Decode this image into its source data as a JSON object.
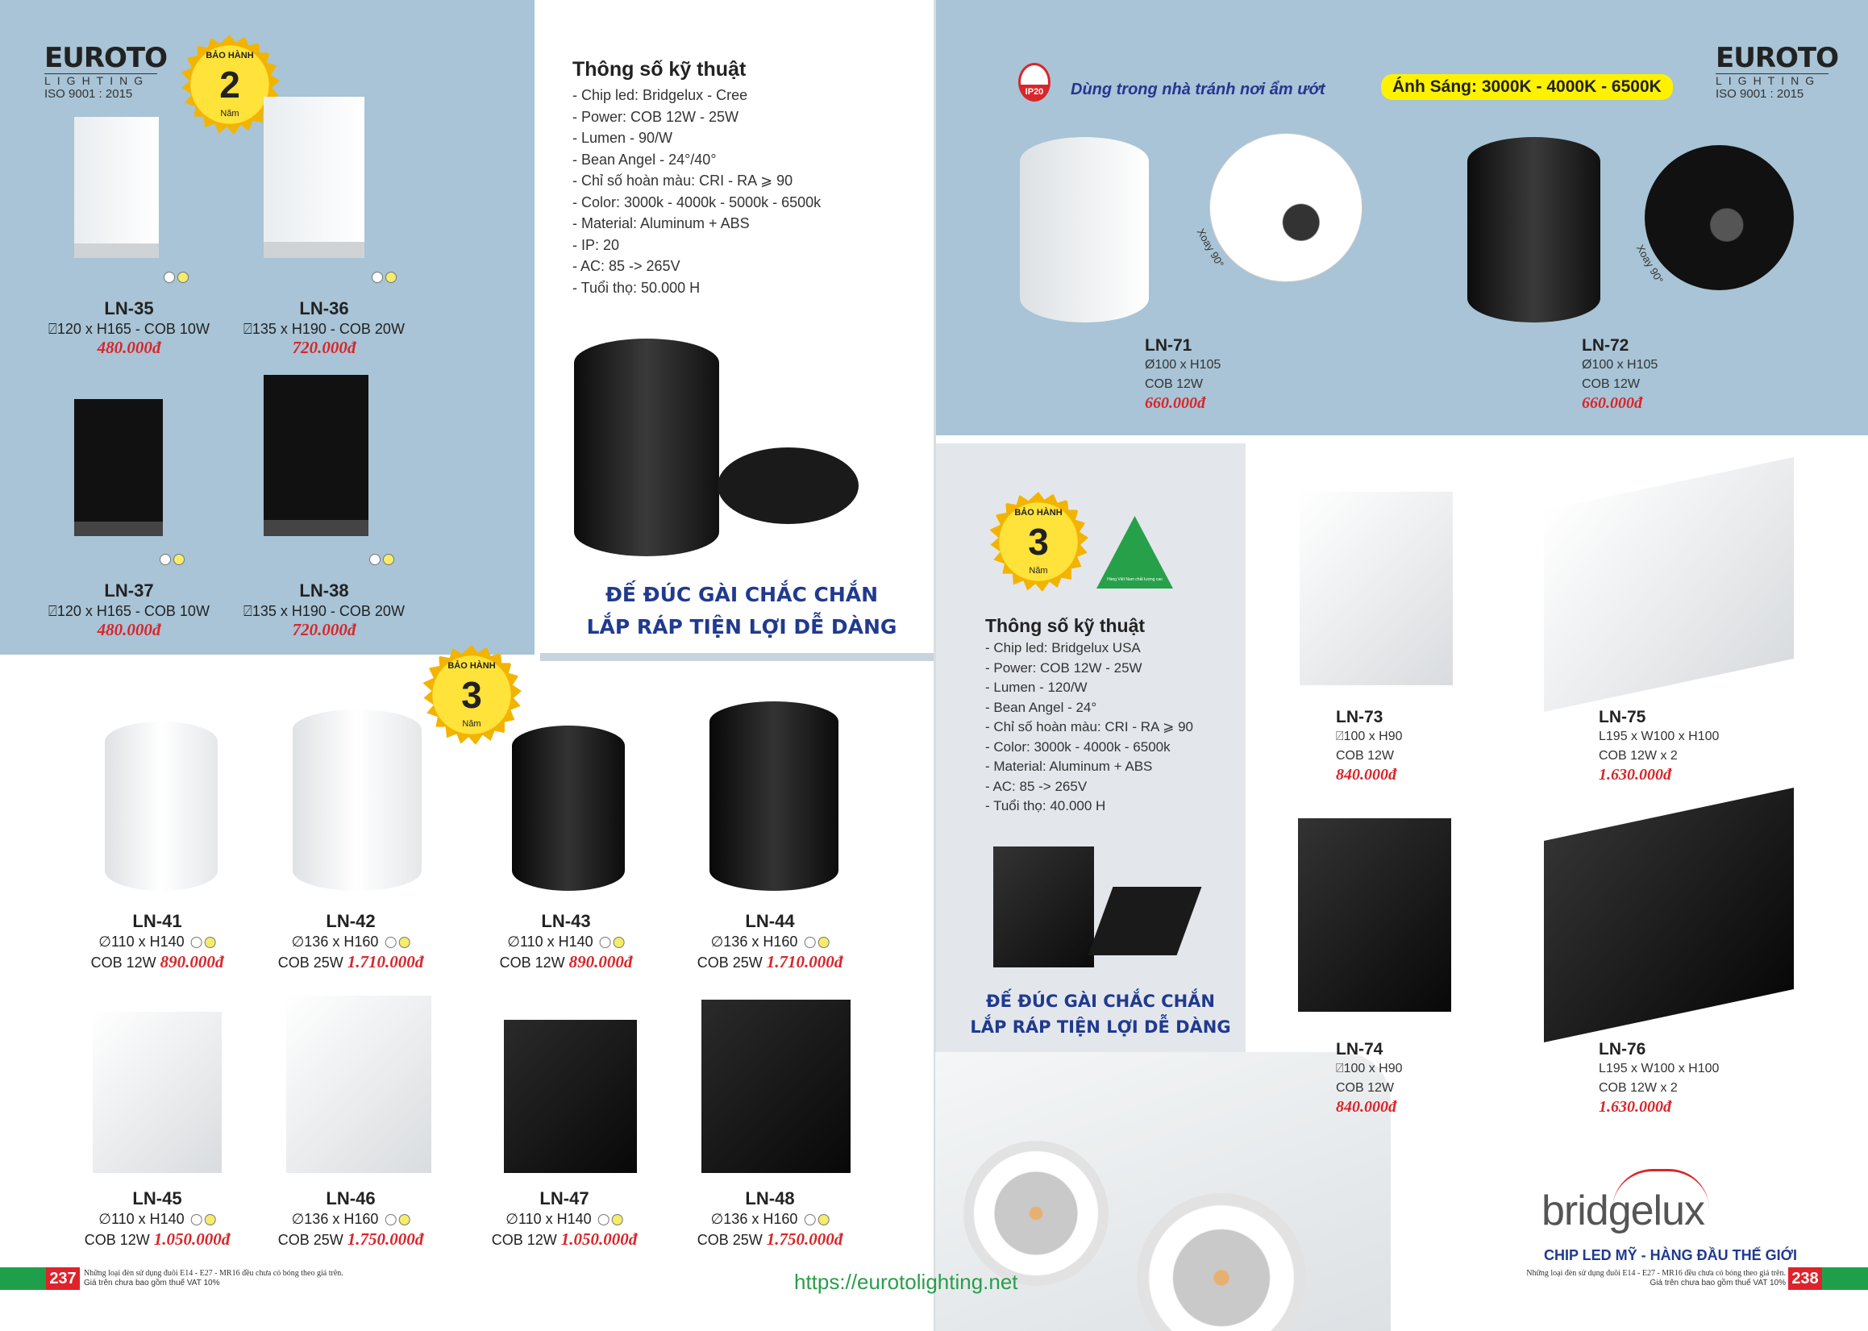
{
  "brand": {
    "name": "EUROTO",
    "sub": "LIGHTING",
    "iso": "ISO 9001 : 2015"
  },
  "warranty": {
    "title": "BẢO HÀNH",
    "unit": "Năm",
    "years_a": "2",
    "years_b": "3",
    "years_c": "3"
  },
  "left_top_products": [
    {
      "code": "LN-35",
      "dim": "⍁120 x H165 - COB 10W",
      "price": "480.000đ"
    },
    {
      "code": "LN-36",
      "dim": "⍁135 x H190 - COB 20W",
      "price": "720.000đ"
    },
    {
      "code": "LN-37",
      "dim": "⍁120 x H165 - COB 10W",
      "price": "480.000đ"
    },
    {
      "code": "LN-38",
      "dim": "⍁135 x H190 - COB 20W",
      "price": "720.000đ"
    }
  ],
  "spec_left": {
    "title": "Thông số kỹ thuật",
    "items": [
      "- Chip led: Bridgelux - Cree",
      "- Power: COB 12W - 25W",
      "- Lumen - 90/W",
      "- Bean Angel - 24°/40°",
      "- Chỉ số hoàn màu: CRI - RA ⩾ 90",
      "- Color: 3000k - 4000k - 5000k - 6500k",
      "- Material: Aluminum + ABS",
      "- IP: 20",
      "- AC: 85 -> 265V",
      "- Tuổi thọ: 50.000 H"
    ],
    "head1": "ĐẾ ĐÚC GÀI CHẮC CHẮN",
    "head2": "LẮP RÁP TIỆN LỢI DỄ DÀNG"
  },
  "left_bottom_products": [
    {
      "code": "LN-41",
      "dim": "∅110 x H140",
      "power": "COB 12W",
      "price": "890.000đ"
    },
    {
      "code": "LN-42",
      "dim": "∅136 x H160",
      "power": "COB 25W",
      "price": "1.710.000đ"
    },
    {
      "code": "LN-43",
      "dim": "∅110 x H140",
      "power": "COB 12W",
      "price": "890.000đ"
    },
    {
      "code": "LN-44",
      "dim": "∅136 x H160",
      "power": "COB 25W",
      "price": "1.710.000đ"
    },
    {
      "code": "LN-45",
      "dim": "∅110 x H140",
      "power": "COB 12W",
      "price": "1.050.000đ"
    },
    {
      "code": "LN-46",
      "dim": "∅136 x H160",
      "power": "COB 25W",
      "price": "1.750.000đ"
    },
    {
      "code": "LN-47",
      "dim": "∅110 x H140",
      "power": "COB 12W",
      "price": "1.050.000đ"
    },
    {
      "code": "LN-48",
      "dim": "∅136 x H160",
      "power": "COB 25W",
      "price": "1.750.000đ"
    }
  ],
  "right_header": {
    "ip": "IP20",
    "ip_text": "Dùng trong nhà tránh nơi ẩm ướt",
    "light": "Ánh Sáng: 3000K - 4000K - 6500K",
    "rotate": "Xoay 90°"
  },
  "right_products": [
    {
      "code": "LN-71",
      "dim": "Ø100 x H105",
      "power": "COB 12W",
      "price": "660.000đ"
    },
    {
      "code": "LN-72",
      "dim": "Ø100 x H105",
      "power": "COB 12W",
      "price": "660.000đ"
    },
    {
      "code": "LN-73",
      "dim": "⍁100 x H90",
      "power": "COB 12W",
      "price": "840.000đ"
    },
    {
      "code": "LN-75",
      "dim": "L195 x W100 x H100",
      "power": "COB 12W x 2",
      "price": "1.630.000đ"
    },
    {
      "code": "LN-74",
      "dim": "⍁100 x H90",
      "power": "COB 12W",
      "price": "840.000đ"
    },
    {
      "code": "LN-76",
      "dim": "L195 x W100 x H100",
      "power": "COB 12W x 2",
      "price": "1.630.000đ"
    }
  ],
  "spec_right": {
    "title": "Thông số kỹ thuật",
    "items": [
      "- Chip led: Bridgelux USA",
      "- Power: COB 12W - 25W",
      "- Lumen - 120/W",
      "- Bean Angel - 24°",
      "- Chỉ số hoàn màu: CRI - RA ⩾ 90",
      "- Color: 3000k - 4000k - 6500k",
      "- Material: Aluminum + ABS",
      "- AC: 85 -> 265V",
      "- Tuổi thọ: 40.000 H"
    ],
    "head1": "ĐẾ ĐÚC GÀI CHẮC CHẮN",
    "head2": "LẮP RÁP TIỆN LỢI DỄ DÀNG",
    "quality": "Hàng Việt Nam chất lượng cao"
  },
  "bridgelux": {
    "name": "bridgelux",
    "tagline": "CHIP LED MỸ - HÀNG ĐẦU THẾ GIỚI"
  },
  "footer": {
    "page_left": "237",
    "page_right": "238",
    "note1": "Những loại đèn sử dụng đuôi E14 - E27 - MR16 đều chưa có bóng theo giá trên.",
    "note2": "Giá trên chưa bao gồm thuế VAT 10%",
    "url": "https://eurotolighting.net"
  },
  "colors": {
    "blue_panel": "#a8c4d6",
    "price_red": "#d8262a",
    "heading_blue": "#203a8f",
    "footer_green": "#1ea04a",
    "footer_red": "#e0222a"
  }
}
